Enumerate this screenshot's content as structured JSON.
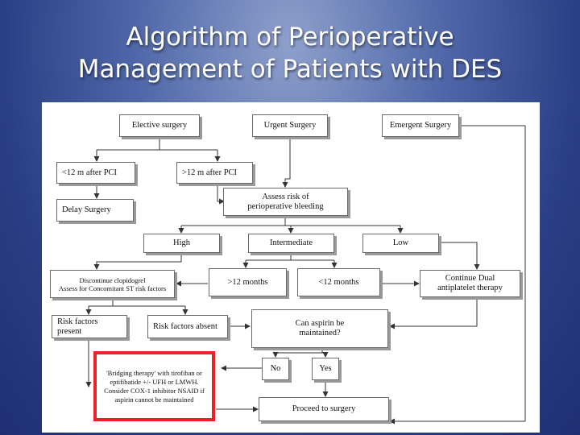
{
  "title": {
    "line1": "Algorithm of Perioperative",
    "line2": "Management of Patients with DES"
  },
  "nodes": {
    "elective": "Elective surgery",
    "urgent": "Urgent Surgery",
    "emergent": "Emergent Surgery",
    "lt12_pci": "<12 m after PCI",
    "gt12_pci": ">12 m after PCI",
    "delay": "Delay Surgery",
    "assess_risk": "Assess risk of perioperative bleeding",
    "high": "High",
    "intermediate": "Intermediate",
    "low": "Low",
    "discontinue_line1": "Discontinue clopidogrel",
    "discontinue_line2": "Assess for Concomitant ST risk factors",
    "gt12_months": ">12 months",
    "lt12_months": "<12 months",
    "continue_dual": "Continue Dual antiplatelet therapy",
    "risk_present": "Risk factors present",
    "risk_absent": "Risk factors absent",
    "aspirin_question": "Can aspirin be maintained?",
    "bridging": "'Bridging therapy' with tirofiban or eptifibatide +/- UFH or LMWH. Consider COX-1 inhibitor NSAID if aspirin cannot be maintained",
    "no": "No",
    "yes": "Yes",
    "proceed": "Proceed to surgery"
  },
  "colors": {
    "highlight": "#e8212b",
    "background": "#2b3f86"
  }
}
